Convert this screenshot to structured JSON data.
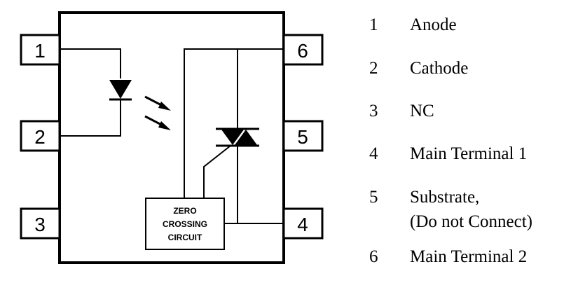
{
  "pins": [
    {
      "number": "1",
      "name": "Anode"
    },
    {
      "number": "2",
      "name": "Cathode"
    },
    {
      "number": "3",
      "name": "NC"
    },
    {
      "number": "4",
      "name": "Main Terminal 1"
    },
    {
      "number": "5",
      "name": "Substrate,",
      "name_line2": "(Do not Connect)"
    },
    {
      "number": "6",
      "name": "Main Terminal 2"
    }
  ],
  "zero_crossing": {
    "line1": "ZERO",
    "line2": "CROSSING",
    "line3": "CIRCUIT"
  }
}
